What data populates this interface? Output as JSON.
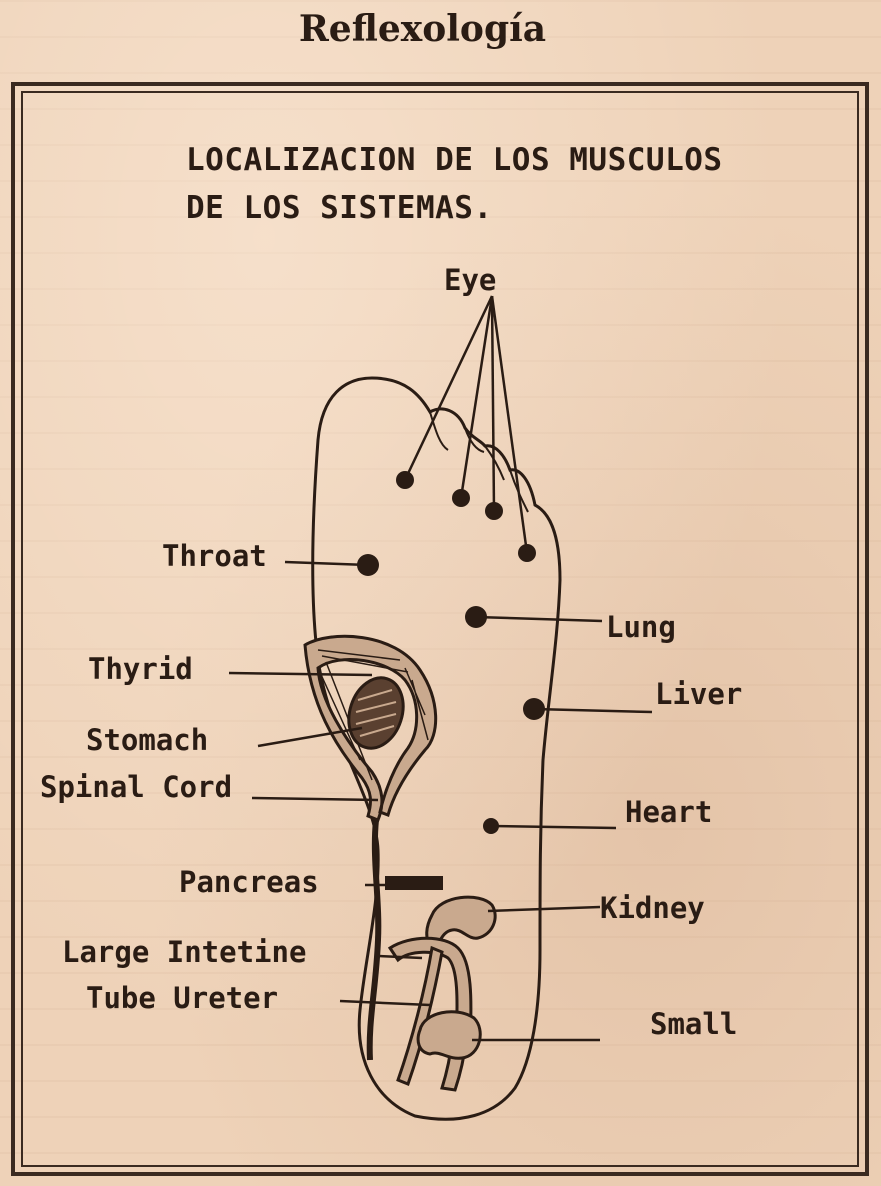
{
  "page": {
    "title": "Reflexología",
    "heading_line1": "LOCALIZACION DE LOS MUSCULOS",
    "heading_line2": "DE LOS SISTEMAS."
  },
  "labels": {
    "eye": "Eye",
    "throat": "Throat",
    "lung": "Lung",
    "thyrid": "Thyrid",
    "liver": "Liver",
    "stomach": "Stomach",
    "spinal_cord": "Spinal Cord",
    "heart": "Heart",
    "pancreas": "Pancreas",
    "kidney": "Kidney",
    "large_intestine": "Large Intetine",
    "tube_ureter": "Tube Ureter",
    "small": "Small"
  },
  "colors": {
    "ink": "#2a1c14",
    "paper": "#eed2b8",
    "organ_fill": "#c9a98e"
  }
}
